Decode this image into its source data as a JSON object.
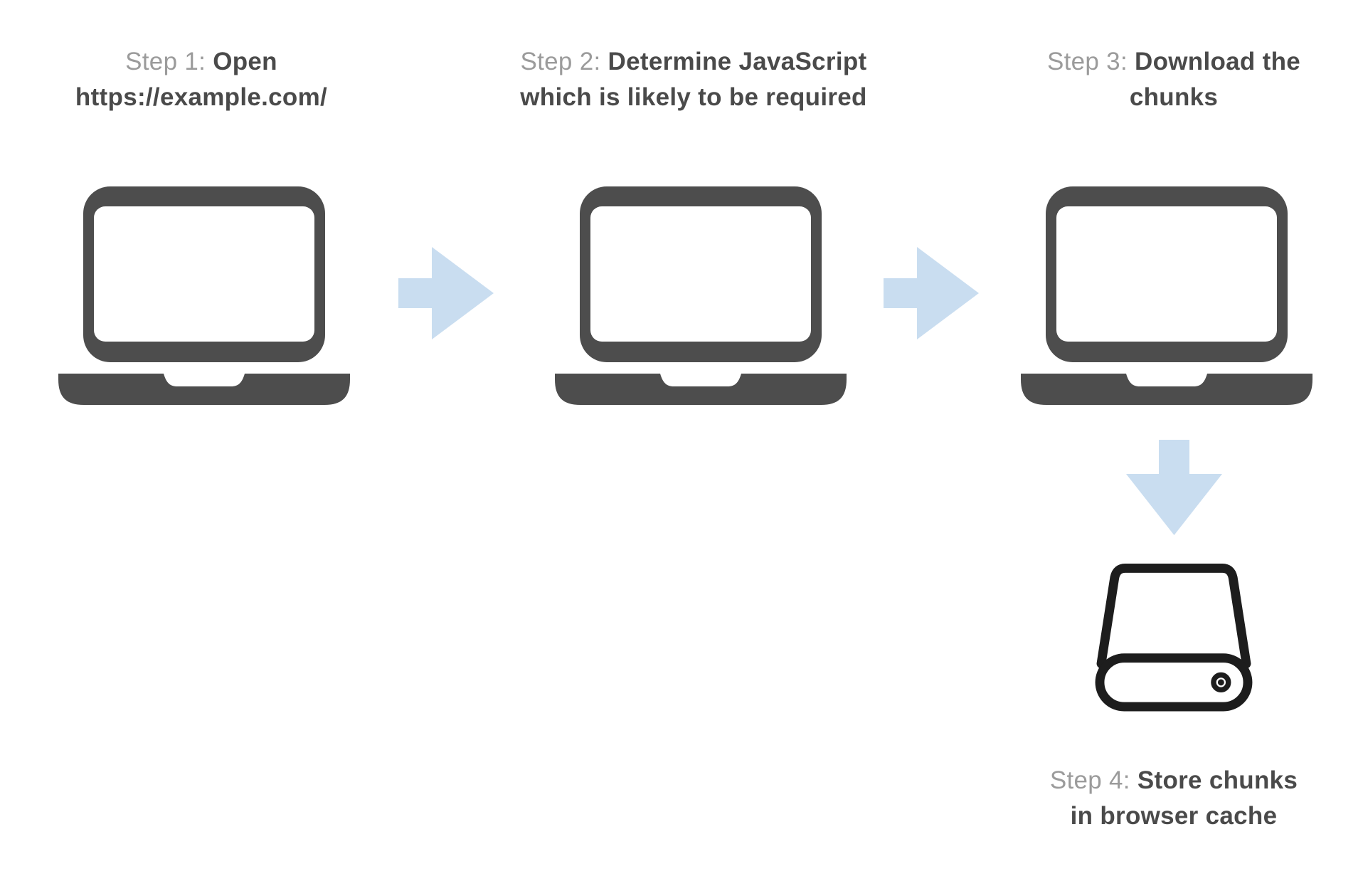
{
  "diagram": {
    "steps": [
      {
        "label": "Step 1:",
        "bold_line1": "Open",
        "bold_line2": "https://example.com/",
        "icon": "laptop-icon"
      },
      {
        "label": "Step 2:",
        "bold_line1": "Determine JavaScript",
        "bold_line2": "which is likely to be required",
        "icon": "laptop-icon"
      },
      {
        "label": "Step 3:",
        "bold_line1": "Download the",
        "bold_line2": "chunks",
        "icon": "laptop-icon"
      },
      {
        "label": "Step 4:",
        "bold_line1": "Store chunks",
        "bold_line2": "in browser cache",
        "icon": "hard-drive-icon"
      }
    ],
    "connectors": [
      {
        "from": "step-1",
        "to": "step-2",
        "direction": "right",
        "icon": "arrow-right-icon"
      },
      {
        "from": "step-2",
        "to": "step-3",
        "direction": "right",
        "icon": "arrow-right-icon"
      },
      {
        "from": "step-3",
        "to": "step-4",
        "direction": "down",
        "icon": "arrow-down-icon"
      }
    ],
    "colors": {
      "laptop_gray": "#4d4d4d",
      "text_dark": "#4a4a4a",
      "label_gray": "#9b9b9b",
      "arrow_blue": "#c9ddf0",
      "drive_outline": "#1d1d1d",
      "background": "#ffffff"
    }
  }
}
